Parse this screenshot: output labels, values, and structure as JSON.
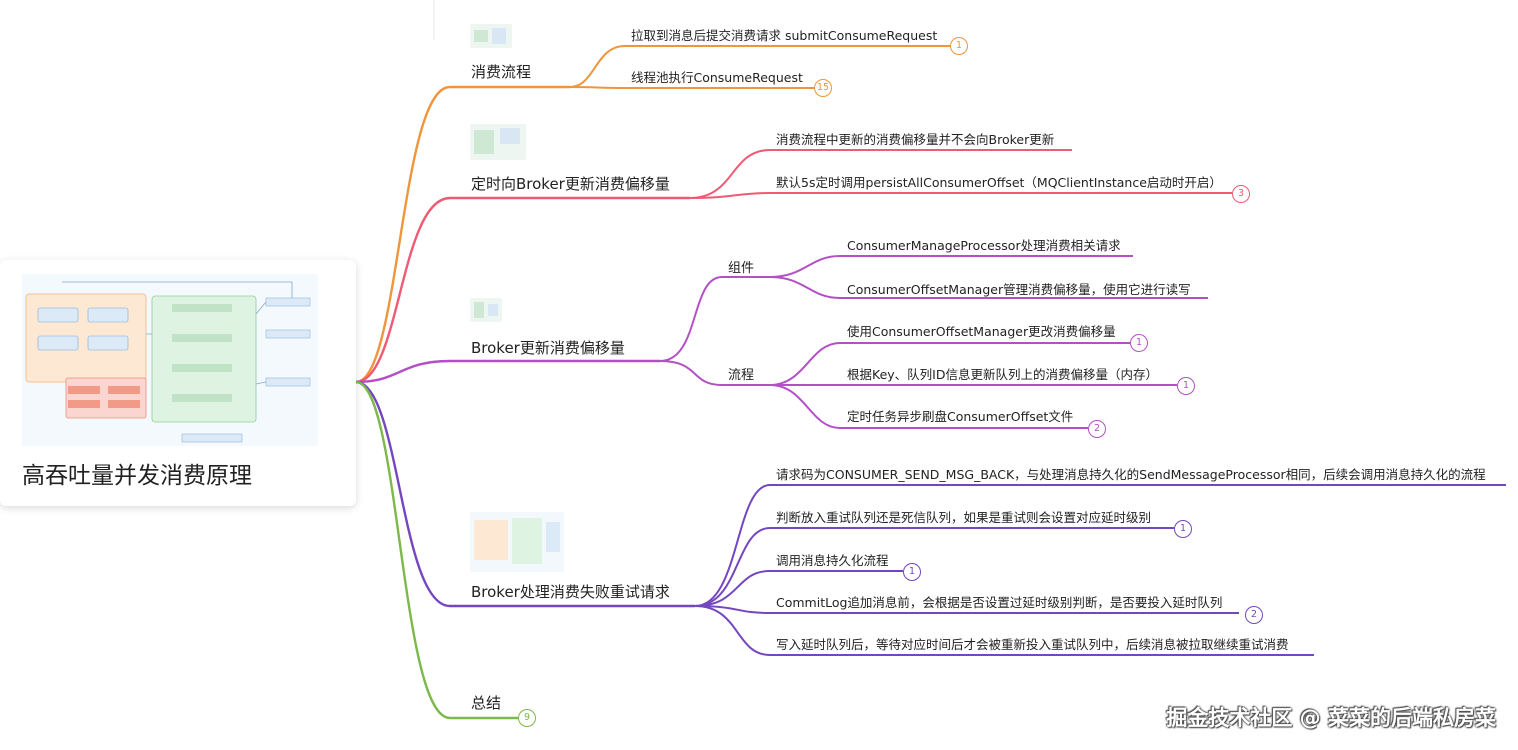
{
  "root": {
    "title": "高吞吐量并发消费原理"
  },
  "colors": {
    "orange": "#f0953b",
    "red": "#ef5a74",
    "magenta": "#b44fc6",
    "purple": "#7447c0",
    "green": "#7cb94a"
  },
  "branches": [
    {
      "id": "consume_flow",
      "label": "消费流程",
      "items": [
        {
          "label": "拉取到消息后提交消费请求 submitConsumeRequest",
          "badge": "1"
        },
        {
          "label": "线程池执行ConsumeRequest",
          "badge": "15"
        }
      ]
    },
    {
      "id": "timed_update",
      "label": "定时向Broker更新消费偏移量",
      "items": [
        {
          "label": "消费流程中更新的消费偏移量并不会向Broker更新",
          "badge": ""
        },
        {
          "label": "默认5s定时调用persistAllConsumerOffset（MQClientInstance启动时开启）",
          "badge": "3"
        }
      ]
    },
    {
      "id": "broker_update",
      "label": "Broker更新消费偏移量",
      "groups": [
        {
          "label": "组件",
          "items": [
            {
              "label": "ConsumerManageProcessor处理消费相关请求",
              "badge": ""
            },
            {
              "label": "ConsumerOffsetManager管理消费偏移量，使用它进行读写",
              "badge": ""
            }
          ]
        },
        {
          "label": "流程",
          "items": [
            {
              "label": "使用ConsumerOffsetManager更改消费偏移量",
              "badge": "1"
            },
            {
              "label": "根据Key、队列ID信息更新队列上的消费偏移量（内存）",
              "badge": "1"
            },
            {
              "label": "定时任务异步刷盘ConsumerOffset文件",
              "badge": "2"
            }
          ]
        }
      ]
    },
    {
      "id": "broker_retry",
      "label": "Broker处理消费失败重试请求",
      "items": [
        {
          "label": "请求码为CONSUMER_SEND_MSG_BACK，与处理消息持久化的SendMessageProcessor相同，后续会调用消息持久化的流程",
          "badge": ""
        },
        {
          "label": "判断放入重试队列还是死信队列，如果是重试则会设置对应延时级别",
          "badge": "1"
        },
        {
          "label": "调用消息持久化流程",
          "badge": "1"
        },
        {
          "label": "CommitLog追加消息前，会根据是否设置过延时级别判断，是否要投入延时队列",
          "badge": "2"
        },
        {
          "label": "写入延时队列后，等待对应时间后才会被重新投入重试队列中，后续消息被拉取继续重试消费",
          "badge": ""
        }
      ]
    },
    {
      "id": "summary",
      "label": "总结",
      "badge": "9"
    }
  ],
  "watermark": "掘金技术社区 @ 菜菜的后端私房菜"
}
